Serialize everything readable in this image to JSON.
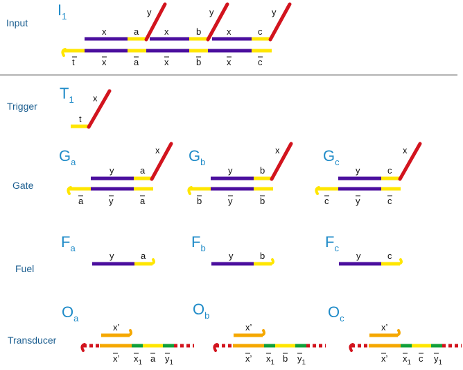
{
  "colors": {
    "label_blue": "#1a5d8f",
    "title_blue": "#1f8bc8",
    "purple": "#4b0f9e",
    "yellow": "#ffe600",
    "red": "#d2141e",
    "orange": "#f5a800",
    "green": "#12a03a",
    "divider": "#9a9a9a"
  },
  "rows": {
    "input": "Input",
    "trigger": "Trigger",
    "gate": "Gate",
    "fuel": "Fuel",
    "transducer": "Transducer"
  },
  "titles": {
    "input": {
      "main": "I",
      "sub": "1"
    },
    "trigger": {
      "main": "T",
      "sub": "1"
    },
    "gate_a": {
      "main": "G",
      "sub": "a"
    },
    "gate_b": {
      "main": "G",
      "sub": "b"
    },
    "gate_c": {
      "main": "G",
      "sub": "c"
    },
    "fuel_a": {
      "main": "F",
      "sub": "a"
    },
    "fuel_b": {
      "main": "F",
      "sub": "b"
    },
    "fuel_c": {
      "main": "F",
      "sub": "c"
    },
    "trans_a": {
      "main": "O",
      "sub": "a"
    },
    "trans_b": {
      "main": "O",
      "sub": "b"
    },
    "trans_c": {
      "main": "O",
      "sub": "c"
    }
  },
  "domains": {
    "x": "x",
    "y": "y",
    "a": "a",
    "b": "b",
    "c": "c",
    "t": "t",
    "xp": "x’",
    "x1": "x",
    "x1_sub": "1",
    "y1": "y",
    "y1_sub": "1"
  }
}
